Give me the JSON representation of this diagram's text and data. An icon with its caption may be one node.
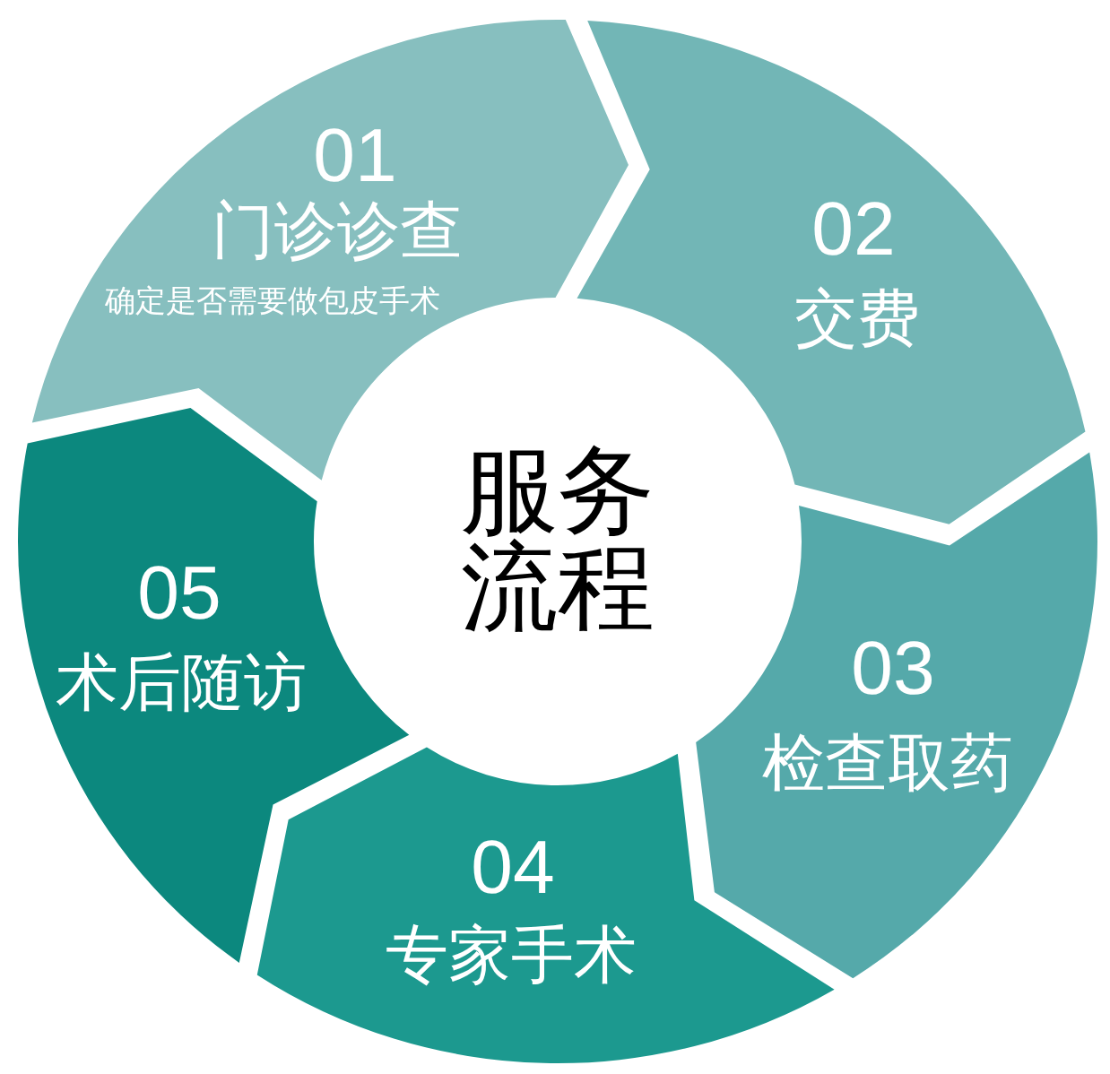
{
  "diagram": {
    "nodes": [
      {
        "text": [
          "服务流程"
        ]
      },
      {
        "text": [
          "01",
          "门诊诊查",
          "确定是否需要做包皮手术"
        ]
      },
      {
        "text": [
          "02",
          "交费"
        ]
      },
      {
        "text": [
          "03",
          "检查取药"
        ]
      },
      {
        "text": [
          "04",
          "专家手术"
        ]
      },
      {
        "text": [
          "05",
          "术后随访"
        ]
      }
    ]
  }
}
